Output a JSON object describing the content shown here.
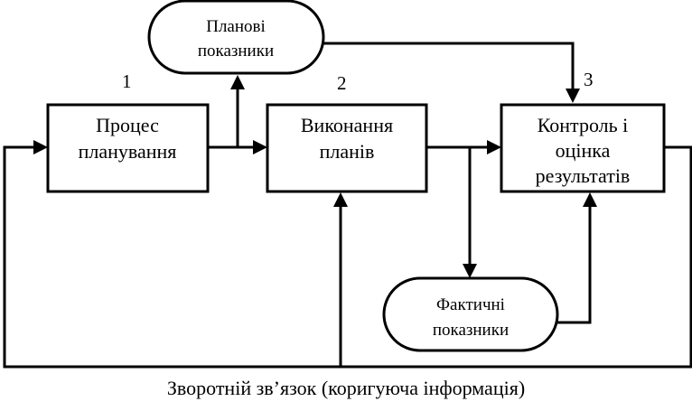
{
  "nodes": {
    "planned": {
      "lines": [
        "Планові",
        "показники"
      ]
    },
    "planning": {
      "number": "1",
      "lines": [
        "Процес",
        "планування"
      ]
    },
    "execution": {
      "number": "2",
      "lines": [
        "Виконання",
        "планів"
      ]
    },
    "control": {
      "number": "3",
      "lines": [
        "Контроль і",
        "оцінка",
        "результатів"
      ]
    },
    "actual": {
      "lines": [
        "Фактичні",
        "показники"
      ]
    }
  },
  "caption": "Зворотній зв’язок (коригуюча інформація)"
}
